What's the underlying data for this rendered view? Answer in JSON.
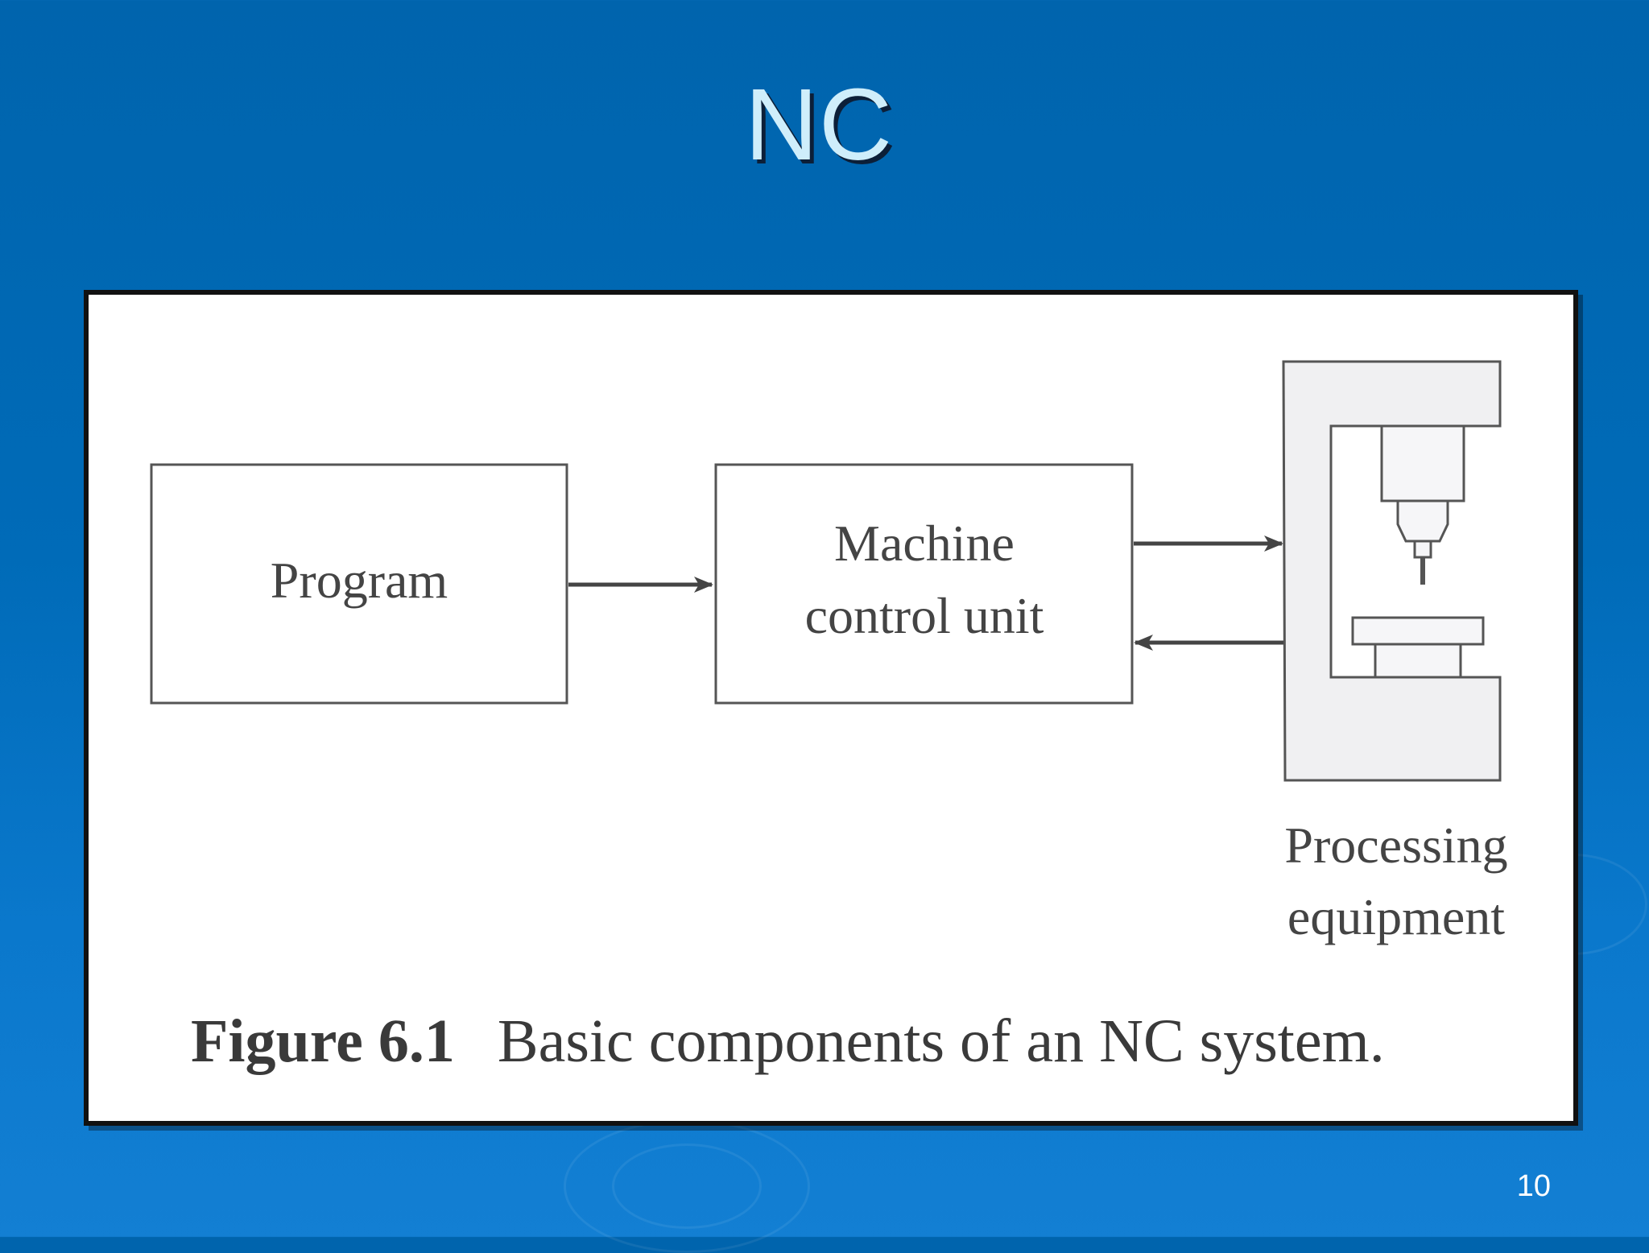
{
  "slide": {
    "title": "NC",
    "page_number": "10"
  },
  "figure": {
    "nodes": {
      "program": "Program",
      "mcu_line1": "Machine",
      "mcu_line2": "control unit",
      "equipment_line1": "Processing",
      "equipment_line2": "equipment"
    },
    "caption_number": "Figure 6.1",
    "caption_text": "Basic components of an NC system."
  },
  "colors": {
    "background": "#0068b3",
    "title_text": "#cfeefb",
    "diagram_ink": "#444444",
    "machine_fill": "#f0f0f2"
  }
}
